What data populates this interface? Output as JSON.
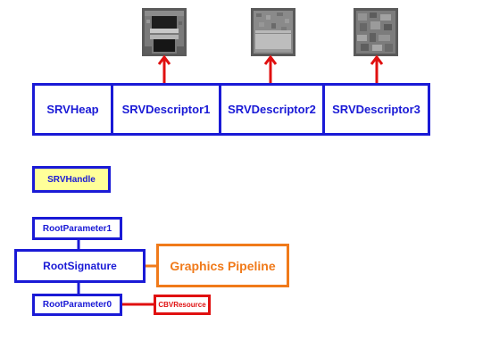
{
  "heap": {
    "cells": [
      {
        "label": "SRVHeap"
      },
      {
        "label": "SRVDescriptor1"
      },
      {
        "label": "SRVDescriptor2"
      },
      {
        "label": "SRVDescriptor3"
      }
    ]
  },
  "textures": [
    {
      "name": "furnace-texture"
    },
    {
      "name": "stone-slab-texture"
    },
    {
      "name": "cobblestone-texture"
    }
  ],
  "handle": {
    "label": "SRVHandle",
    "fill": "#ffff99"
  },
  "root": {
    "param1": "RootParameter1",
    "signature": "RootSignature",
    "param0": "RootParameter0"
  },
  "pipeline": {
    "label": "Graphics Pipeline",
    "color": "#f07a1a"
  },
  "cbv": {
    "label": "CBVResource",
    "color": "#e01010"
  },
  "colors": {
    "blue": "#1a1ad6",
    "red": "#e01010",
    "orange": "#f07a1a"
  }
}
